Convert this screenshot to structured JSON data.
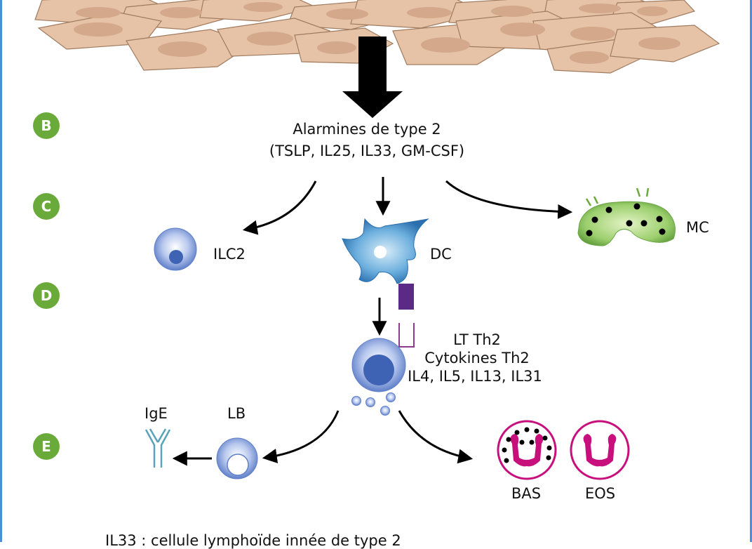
{
  "steps": {
    "b": "B",
    "c": "C",
    "d": "D",
    "e": "E"
  },
  "alarmines": {
    "line1": "Alarmines de type 2",
    "line2": "(TSLP, IL25, IL33, GM-CSF)"
  },
  "cells": {
    "ilc2": "ILC2",
    "dc": "DC",
    "mc": "MC",
    "lb": "LB",
    "ige": "IgE",
    "bas": "BAS",
    "eos": "EOS"
  },
  "th2": {
    "line1": "LT Th2",
    "line2": "Cytokines Th2",
    "line3": "IL4, IL5, IL13, IL31"
  },
  "footer_cut": "IL33 : cellule lymphoïde innée de type 2",
  "colors": {
    "epithelium_fill": "#e6c3a6",
    "epithelium_nucleus": "#d4a88a",
    "lymphocyte_blue": "#4f78c4",
    "dendritic_blue": "#3a84c6",
    "mast_green": "#8cc865",
    "granulocyte_magenta": "#c8107c",
    "mhc_purple": "#5b2a86",
    "ige_teal": "#5aa3b8",
    "step_green": "#6aaa3a"
  }
}
